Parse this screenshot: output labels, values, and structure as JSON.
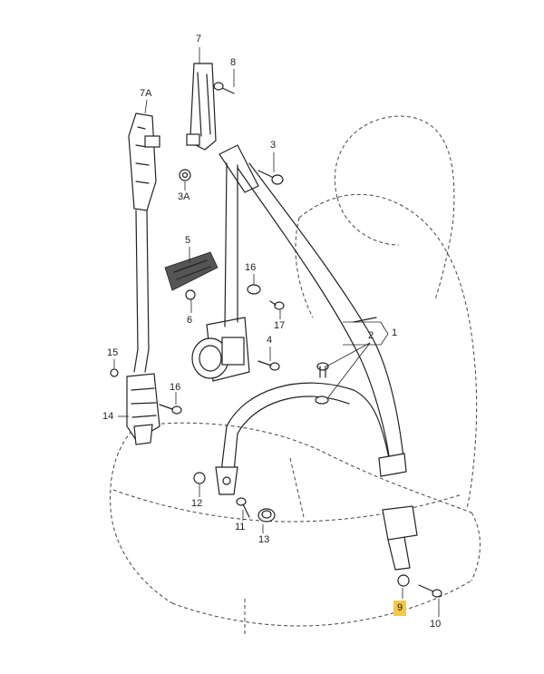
{
  "diagram": {
    "labels": {
      "p1": "1",
      "p2": "2",
      "p3": "3",
      "p3a": "3A",
      "p4": "4",
      "p5": "5",
      "p6": "6",
      "p7": "7",
      "p7a": "7A",
      "p8": "8",
      "p9": "9",
      "p10": "10",
      "p11": "11",
      "p12": "12",
      "p13": "13",
      "p14": "14",
      "p15": "15",
      "p16a": "16",
      "p16b": "16",
      "p17": "17"
    },
    "highlight_color": "#f5c84a"
  }
}
